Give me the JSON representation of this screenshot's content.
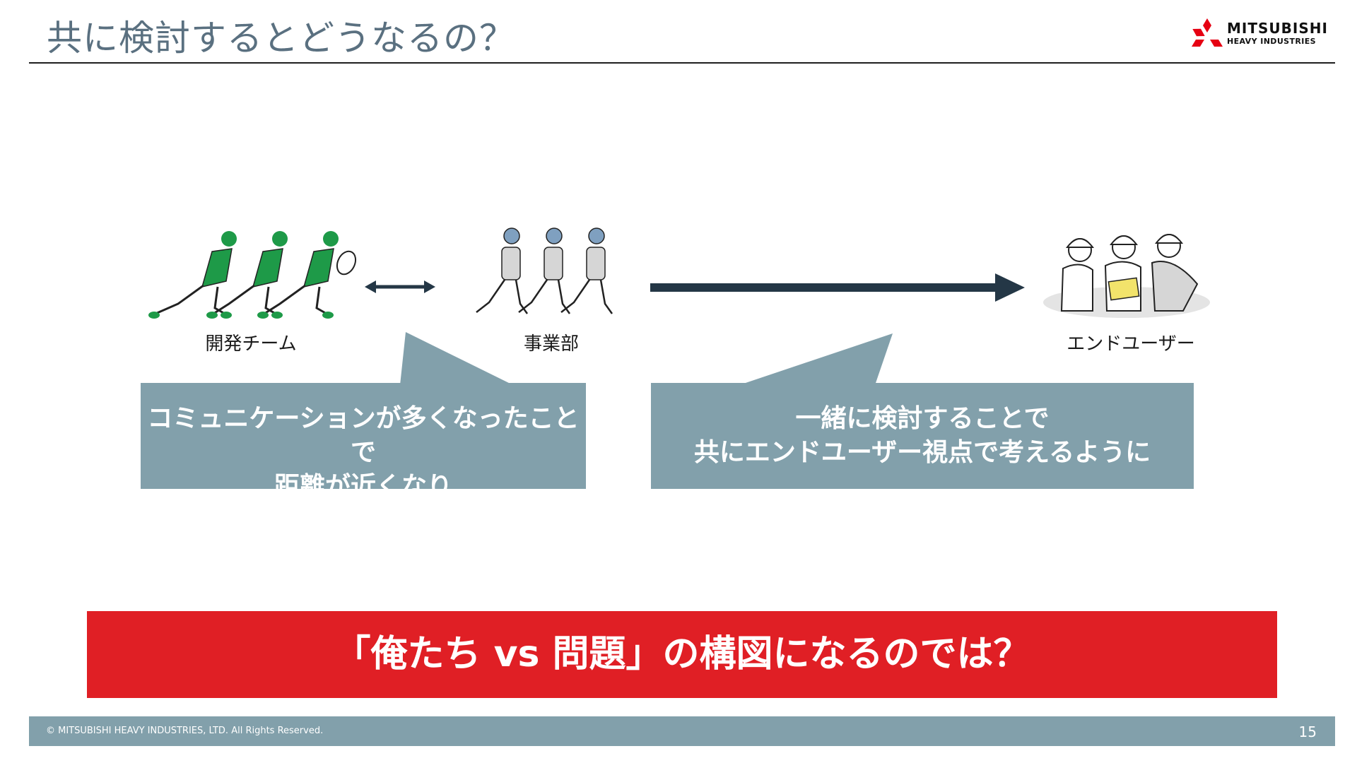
{
  "header": {
    "title": "共に検討するとどうなるの？",
    "logo_line1": "MITSUBISHI",
    "logo_line2": "HEAVY INDUSTRIES"
  },
  "groups": {
    "dev_team": "開発チーム",
    "business_unit": "事業部",
    "end_user": "エンドユーザー"
  },
  "bubbles": {
    "left_line1": "コミュニケーションが多くなったことで",
    "left_line2": "距離が近くなり",
    "right_line1": "一緒に検討することで",
    "right_line2": "共にエンドユーザー視点で考えるように"
  },
  "banner": {
    "text": "「俺たち vs 問題」の構図になるのでは？"
  },
  "footer": {
    "copyright": "© MITSUBISHI HEAVY INDUSTRIES, LTD.  All Rights Reserved.",
    "page_number": "15"
  },
  "colors": {
    "title_text": "#5a7080",
    "bubble_bg": "#82a0ab",
    "banner_bg": "#e01f25",
    "arrow": "#243746",
    "team_green": "#1e9a48",
    "logo_red": "#e60012"
  }
}
